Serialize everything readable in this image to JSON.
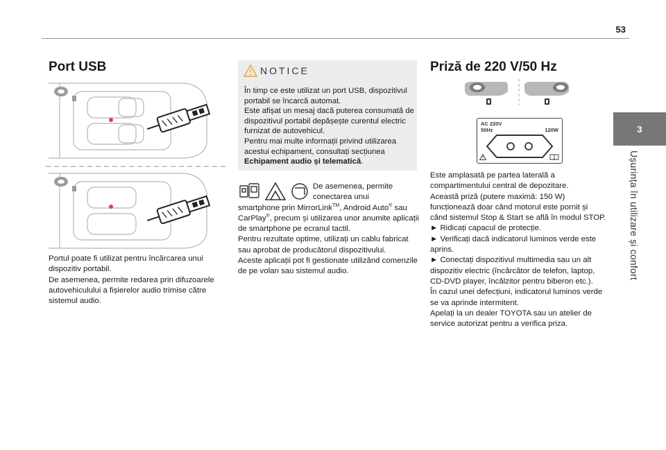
{
  "page": {
    "number": "53"
  },
  "chapter": {
    "number": "3",
    "title": "Ușurința în utilizare și confort"
  },
  "usb": {
    "heading": "Port USB",
    "para1": "Portul poate fi utilizat pentru încărcarea unui dispozitiv portabil.",
    "para2": "De asemenea, permite redarea prin difuzoarele autovehiculului a fișierelor audio trimise către sistemul audio."
  },
  "notice": {
    "heading": "NOTICE",
    "para1": "În timp ce este utilizat un port USB, dispozitivul portabil se încarcă automat.",
    "para2": "Este afișat un mesaj dacă puterea consumată de dispozitivul portabil depășește curentul electric furnizat de autovehicul.",
    "para3_a": "Pentru mai multe informații privind utilizarea acestui echipament, consultați secțiunea ",
    "para3_b": "Echipament audio și telematică",
    "para3_c": "."
  },
  "apps": {
    "line1": "De asemenea, permite",
    "line2": "conectarea unui",
    "line3_a": "smartphone prin MirrorLink",
    "tm": "TM",
    "line3_b": ", Android Auto",
    "reg": "®",
    "line3_c": " sau CarPlay",
    "line3_d": ", precum și utilizarea unor anumite aplicații de smartphone pe ecranul tactil.",
    "para2": "Pentru rezultate optime, utilizați un cablu fabricat sau aprobat de producătorul dispozitivului.",
    "para3": "Aceste aplicații pot fi gestionate utilizând comenzile de pe volan sau sistemul audio."
  },
  "outlet": {
    "heading": "Priză de 220 V/50 Hz",
    "label_ac": "AC 220V",
    "label_hz": "50Hz",
    "label_w": "120W",
    "p1": "Este amplasată pe partea laterală a compartimentului central de depozitare.",
    "p2": "Această priză (putere maximă: 150 W) funcționează doar când motorul este pornit și când sistemul Stop & Start se află în modul STOP.",
    "p3": "► Ridicați capacul de protecție.",
    "p4": "► Verificați dacă indicatorul luminos verde este aprins.",
    "p5": "► Conectați dispozitivul multimedia sau un alt dispozitiv electric (încărcător de telefon, laptop, CD-DVD player, încălzitor pentru biberon etc.).",
    "p6": "În cazul unei defecțiuni, indicatorul luminos verde se va aprinde intermitent.",
    "p7": "Apelați la un dealer TOYOTA sau un atelier de service autorizat pentru a verifica priza."
  },
  "colors": {
    "accent_pink": "#e0308a",
    "warning_orange": "#e8a33b",
    "tab_grey": "#777777",
    "notice_bg": "#ececec"
  }
}
